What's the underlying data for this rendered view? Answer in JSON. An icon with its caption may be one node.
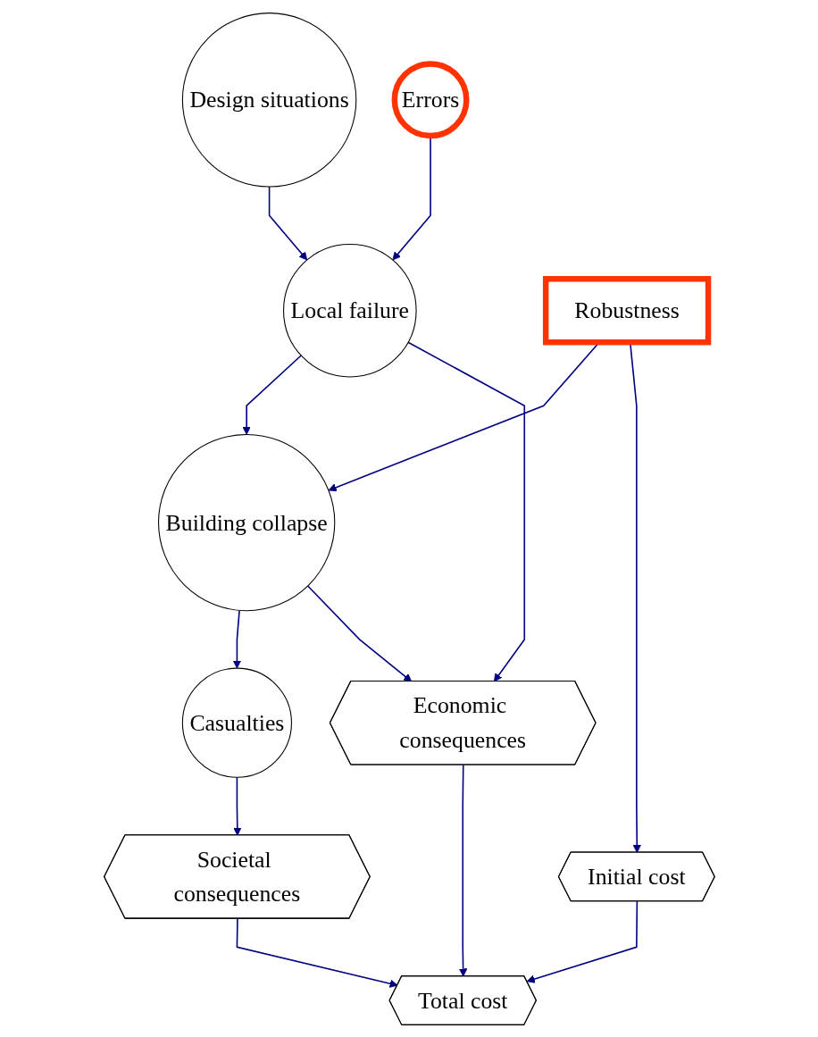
{
  "diagram": {
    "nodes": [
      {
        "text": [
          "Design situations"
        ]
      },
      {
        "text": [
          "Errors"
        ]
      },
      {
        "text": [
          "Local failure"
        ]
      },
      {
        "text": [
          "Robustness"
        ]
      },
      {
        "text": [
          "Building collapse"
        ]
      },
      {
        "text": [
          "Casualties"
        ]
      },
      {
        "text": [
          "Initial cost"
        ]
      },
      {
        "text": [
          "Societal consequences"
        ]
      },
      {
        "text": [
          "Economic consequences"
        ]
      },
      {
        "text": [
          "Total cost"
        ]
      }
    ],
    "edges": [
      {
        "from": 0,
        "to": 2,
        "arrow": "to"
      },
      {
        "from": 1,
        "to": 2,
        "arrow": "to"
      },
      {
        "from": 2,
        "to": 4,
        "arrow": "to"
      },
      {
        "from": 2,
        "to": 8,
        "arrow": "to"
      },
      {
        "from": 3,
        "to": 4,
        "arrow": "to"
      },
      {
        "from": 3,
        "to": 6,
        "arrow": "to"
      },
      {
        "from": 4,
        "to": 5,
        "arrow": "to"
      },
      {
        "from": 4,
        "to": 8,
        "arrow": "to"
      },
      {
        "from": 5,
        "to": 7,
        "arrow": "to"
      },
      {
        "from": 6,
        "to": 9,
        "arrow": "to"
      },
      {
        "from": 7,
        "to": 9,
        "arrow": "to"
      },
      {
        "from": 8,
        "to": 9,
        "arrow": "to"
      }
    ]
  }
}
